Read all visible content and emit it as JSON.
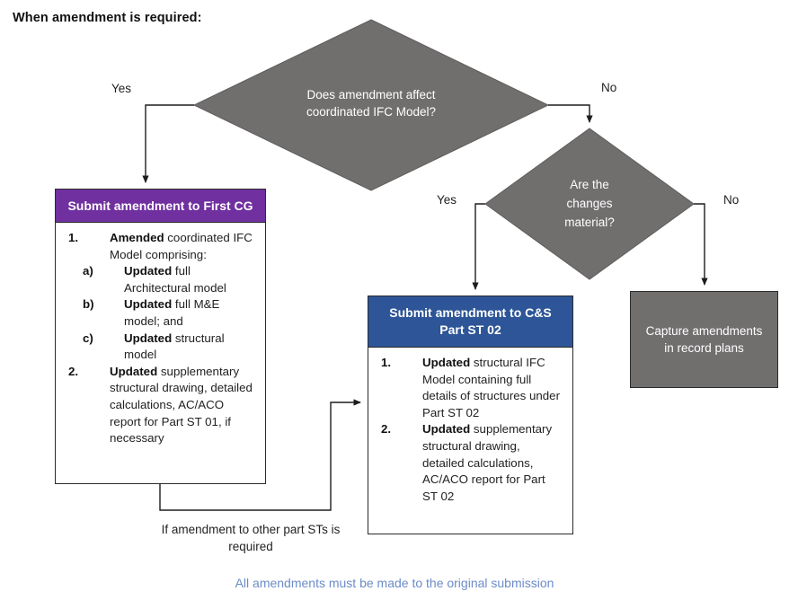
{
  "page": {
    "title": "When amendment is required:",
    "footer_note": "All amendments must be made to the original submission",
    "colors": {
      "purple_header": "#7030A0",
      "blue_header": "#2E5597",
      "diamond_grey": "#716E6E",
      "terminal_grey": "#716E6E",
      "footer_blue": "#6B8CC7",
      "line": "#2B2B2B",
      "background": "#FFFFFF"
    }
  },
  "decisions": [
    {
      "id": "decision-amendment-affects-ifc",
      "line1": "Does amendment affect",
      "line2": "coordinated IFC Model?",
      "yes_label": "Yes",
      "no_label": "No"
    },
    {
      "id": "decision-changes-material",
      "line1": "Are the",
      "line2": "changes",
      "line3": "material?",
      "yes_label": "Yes",
      "no_label": "No"
    }
  ],
  "boxes": {
    "first_cg": {
      "header": "Submit amendment to First CG",
      "items": [
        {
          "marker": "1.",
          "bold": "Amended",
          "rest": " coordinated IFC Model comprising:",
          "sub": [
            {
              "marker": "a)",
              "bold": "Updated",
              "rest": " full Architectural model"
            },
            {
              "marker": "b)",
              "bold": "Updated",
              "rest": " full M&E model; and"
            },
            {
              "marker": "c)",
              "bold": "Updated",
              "rest": " structural model"
            }
          ]
        },
        {
          "marker": "2.",
          "bold": "Updated",
          "rest": " supplementary structural drawing, detailed calculations, AC/ACO report for Part ST 01, if necessary",
          "sub": []
        }
      ]
    },
    "cs_st02": {
      "header_line1": "Submit amendment to C&S",
      "header_line2": "Part ST 02",
      "items": [
        {
          "marker": "1.",
          "bold": "Updated",
          "rest": " structural IFC Model containing full details of structures under Part ST 02",
          "sub": []
        },
        {
          "marker": "2.",
          "bold": "Updated",
          "rest": " supplementary structural drawing, detailed calculations, AC/ACO report for Part ST 02",
          "sub": []
        }
      ]
    },
    "record_plans": {
      "line1": "Capture amendments",
      "line2": "in record plans"
    }
  },
  "connectors": {
    "loop_label_line1": "If amendment to other part STs is",
    "loop_label_line2": "required"
  }
}
